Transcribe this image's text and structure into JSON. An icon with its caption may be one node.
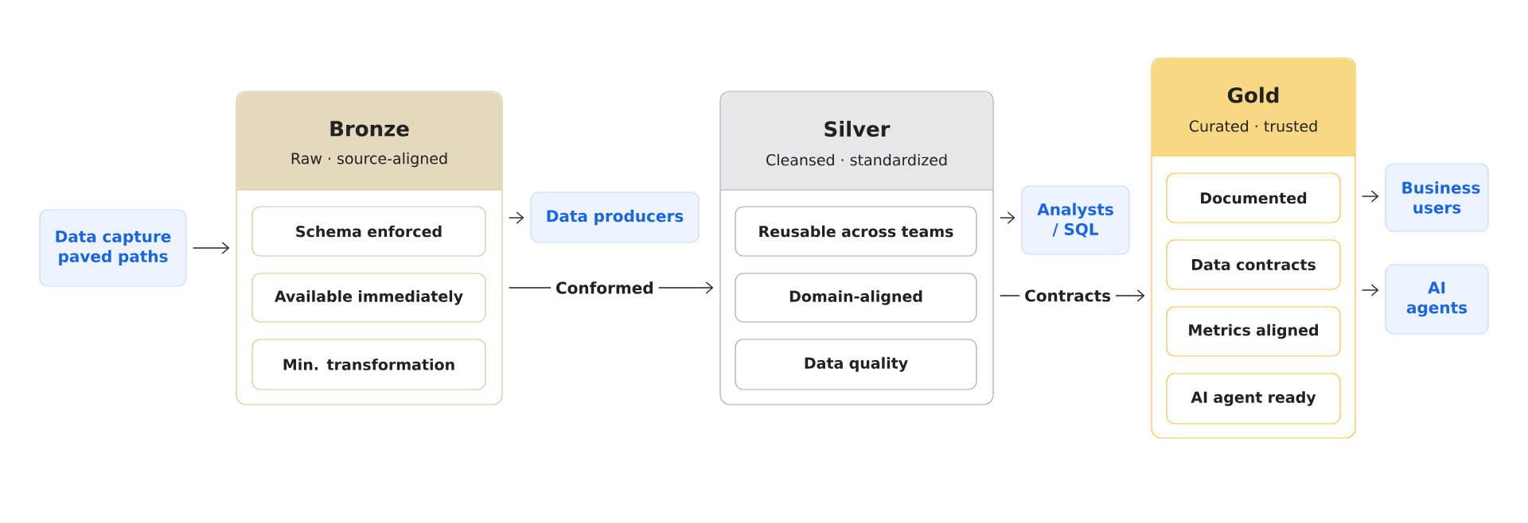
{
  "diagram": {
    "nodes": [
      {
        "text": [
          "Data capture paved paths"
        ]
      },
      {
        "text": [
          "Bronze",
          "Raw · source-aligned"
        ]
      },
      {
        "text": [
          "Schema enforced"
        ],
        "in": 1
      },
      {
        "text": [
          "Available immediately"
        ],
        "in": 1
      },
      {
        "text": [
          "Min. transformation"
        ],
        "in": 1
      },
      {
        "text": [
          "Data producers"
        ]
      },
      {
        "text": [
          "Silver",
          "Cleansed · standardized"
        ]
      },
      {
        "text": [
          "Reusable across teams"
        ],
        "in": 6
      },
      {
        "text": [
          "Domain-aligned"
        ],
        "in": 6
      },
      {
        "text": [
          "Data quality"
        ],
        "in": 6
      },
      {
        "text": [
          "Analysts / SQL"
        ]
      },
      {
        "text": [
          "Gold",
          "Curated · trusted"
        ]
      },
      {
        "text": [
          "Documented"
        ],
        "in": 11
      },
      {
        "text": [
          "Data contracts"
        ],
        "in": 11
      },
      {
        "text": [
          "Metrics aligned"
        ],
        "in": 11
      },
      {
        "text": [
          "AI agent ready"
        ],
        "in": 11
      },
      {
        "text": [
          "Business users"
        ]
      },
      {
        "text": [
          "AI agents"
        ]
      }
    ],
    "edges": [
      {
        "from": 0,
        "to": 1,
        "arrow": "to"
      },
      {
        "from": 1,
        "to": 5,
        "arrow": "to"
      },
      {
        "from": 1,
        "to": 6,
        "arrow": "to",
        "label": "Conformed"
      },
      {
        "from": 6,
        "to": 10,
        "arrow": "to"
      },
      {
        "from": 6,
        "to": 11,
        "arrow": "to",
        "label": "Contracts"
      },
      {
        "from": 11,
        "to": 16,
        "arrow": "to"
      },
      {
        "from": 11,
        "to": 17,
        "arrow": "to"
      }
    ]
  }
}
